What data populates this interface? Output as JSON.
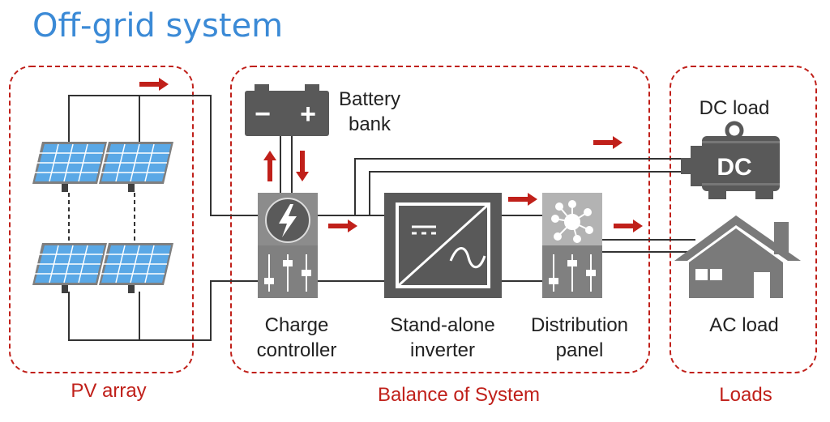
{
  "title": "Off-grid system",
  "groups": {
    "pv_array": "PV array",
    "balance_of_system": "Balance of System",
    "loads": "Loads"
  },
  "components": {
    "battery": [
      "Battery",
      "bank"
    ],
    "charge_controller": [
      "Charge",
      "controller"
    ],
    "inverter": [
      "Stand-alone",
      "inverter"
    ],
    "distribution": [
      "Distribution",
      "panel"
    ],
    "dc_load": "DC load",
    "dc_motor_text": "DC",
    "ac_load": "AC load"
  },
  "battery_symbols": {
    "minus": "−",
    "plus": "+"
  },
  "colors": {
    "title": "#3b8ad6",
    "group_border": "#c0201a",
    "arrow": "#c0201a",
    "device_dark": "#595959",
    "device_mid": "#808080",
    "device_light": "#b3b3b3",
    "panel_cell": "#5aa8e6"
  },
  "icons": {
    "pv": "solar-panel-icon",
    "battery": "battery-icon",
    "charge_controller": "lightning-icon",
    "inverter": "dc-ac-inverter-icon",
    "distribution": "hub-icon",
    "dc_load": "dc-motor-icon",
    "ac_load": "house-icon"
  }
}
